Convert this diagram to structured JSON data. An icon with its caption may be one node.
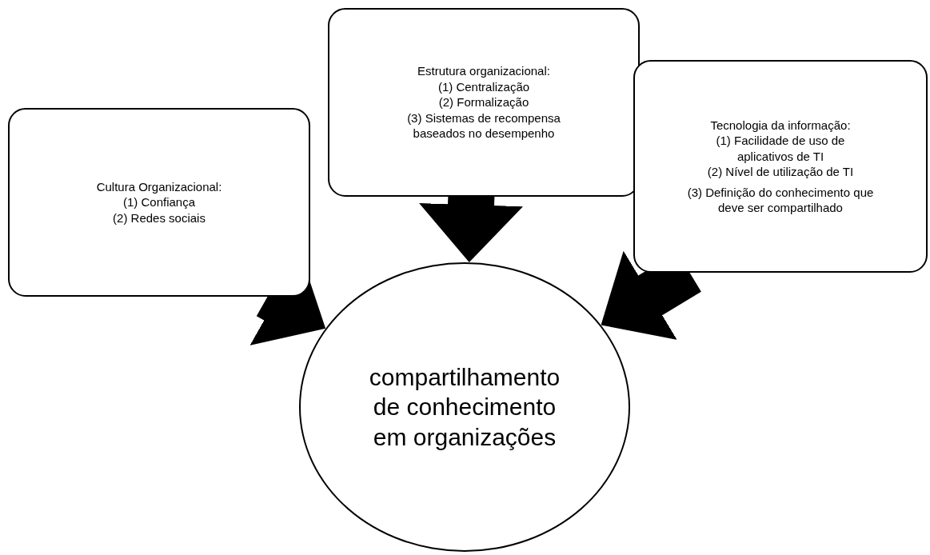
{
  "diagram": {
    "nodes": [
      {
        "text": [
          "Cultura Organizacional:",
          "(1) Confiança",
          "(2) Redes sociais"
        ]
      },
      {
        "text": [
          "Estrutura organizacional:",
          "(1) Centralização",
          "(2) Formalização",
          "(3) Sistemas de recompensa baseados no desempenho"
        ]
      },
      {
        "text": [
          "Tecnologia da informação:",
          "(1) Facilidade de uso de aplicativos de TI",
          "(2) Nível de utilização de TI",
          "(3) Definição do conhecimento que deve ser compartilhado"
        ]
      },
      {
        "text": [
          "compartilhamento de conhecimento em organizações"
        ]
      }
    ],
    "edges": [
      {
        "from": 0,
        "to": 3,
        "arrow": "to"
      },
      {
        "from": 1,
        "to": 3,
        "arrow": "to"
      },
      {
        "from": 2,
        "to": 3,
        "arrow": "to"
      }
    ]
  }
}
